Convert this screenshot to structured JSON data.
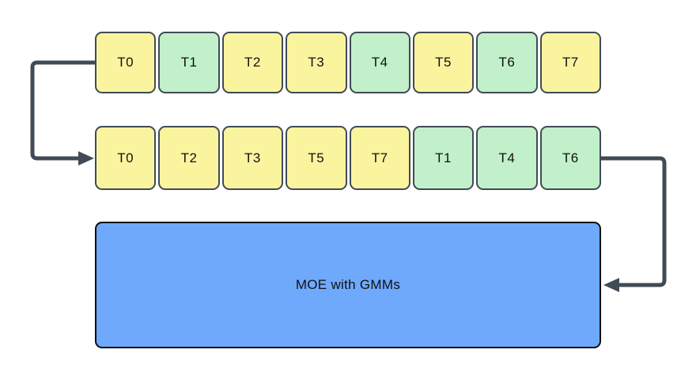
{
  "diagram": {
    "rows": [
      {
        "name": "input-sequence",
        "tokens": [
          {
            "label": "T0",
            "color": "yellow"
          },
          {
            "label": "T1",
            "color": "green"
          },
          {
            "label": "T2",
            "color": "yellow"
          },
          {
            "label": "T3",
            "color": "yellow"
          },
          {
            "label": "T4",
            "color": "green"
          },
          {
            "label": "T5",
            "color": "yellow"
          },
          {
            "label": "T6",
            "color": "green"
          },
          {
            "label": "T7",
            "color": "yellow"
          }
        ]
      },
      {
        "name": "reordered-sequence",
        "tokens": [
          {
            "label": "T0",
            "color": "yellow"
          },
          {
            "label": "T2",
            "color": "yellow"
          },
          {
            "label": "T3",
            "color": "yellow"
          },
          {
            "label": "T5",
            "color": "yellow"
          },
          {
            "label": "T7",
            "color": "yellow"
          },
          {
            "label": "T1",
            "color": "green"
          },
          {
            "label": "T4",
            "color": "green"
          },
          {
            "label": "T6",
            "color": "green"
          }
        ]
      }
    ],
    "moe_box": {
      "label": "MOE with GMMs"
    },
    "colors": {
      "token_yellow": "#FBF49F",
      "token_green": "#C2F0CA",
      "moe_blue": "#6EA9FC",
      "arrow": "#414B55",
      "token_border": "#3F4B56",
      "moe_border": "#0E0E0E",
      "text": "#111111"
    }
  }
}
